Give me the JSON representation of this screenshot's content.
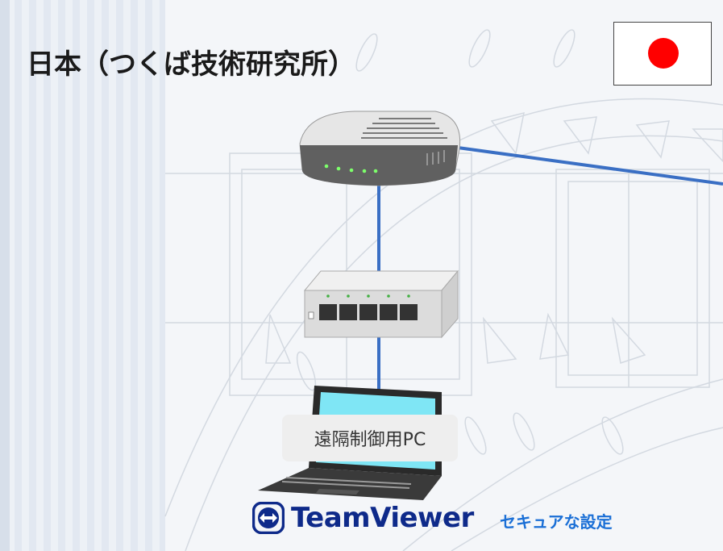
{
  "title": "日本（つくば技術研究所）",
  "flag": {
    "country": "Japan",
    "background": "#ffffff",
    "sun_color": "#ff0000"
  },
  "devices": {
    "router": {
      "icon": "router-icon"
    },
    "switch": {
      "icon": "network-switch-icon"
    },
    "laptop": {
      "icon": "laptop-icon",
      "label": "遠隔制御用PC"
    }
  },
  "connection_color": "#3a6fc4",
  "footer": {
    "logo_text": "TeamViewer",
    "logo_icon": "teamviewer-icon",
    "tagline": "セキュアな設定",
    "logo_color": "#0e2a8a",
    "tagline_color": "#1a6fd6"
  }
}
